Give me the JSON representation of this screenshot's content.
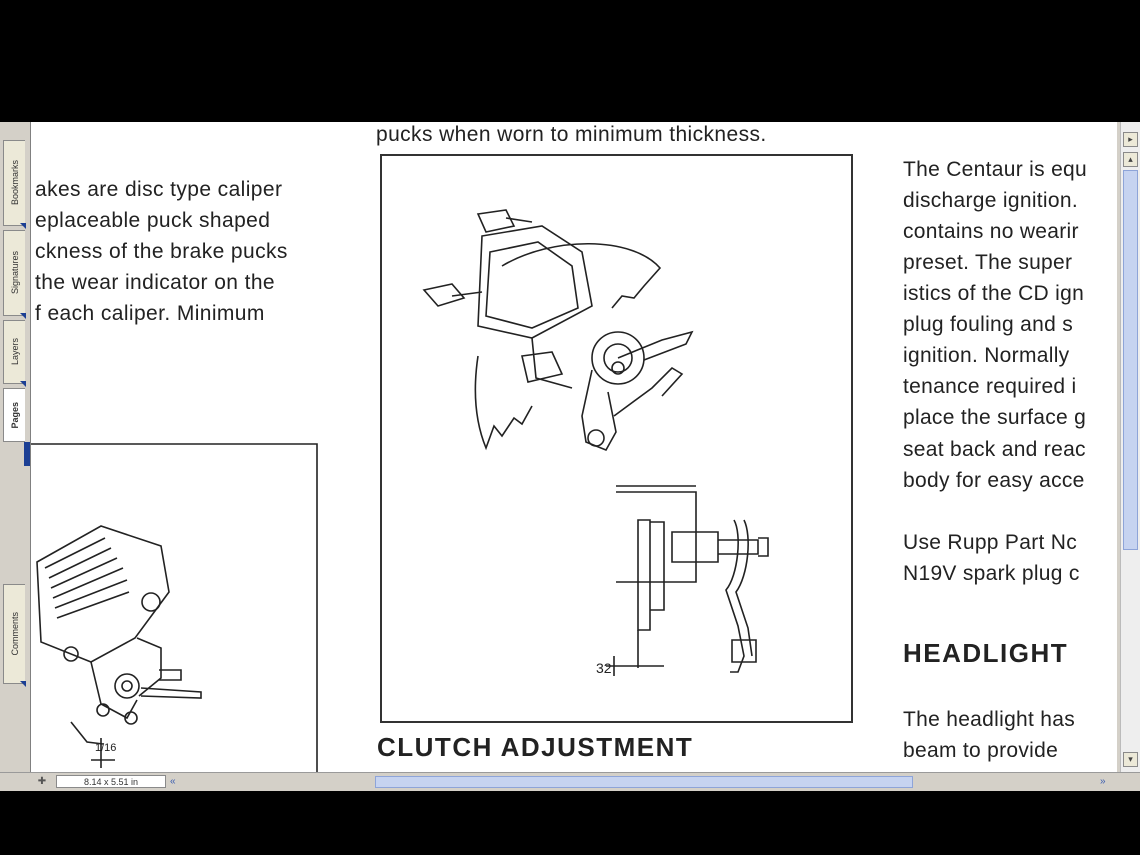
{
  "left_column": {
    "lines": [
      "akes are disc type caliper",
      "eplaceable  puck  shaped",
      "ckness of the brake pucks",
      "the wear indicator on the",
      "f each caliper.  Minimum"
    ]
  },
  "center_column": {
    "top_line": "pucks when worn to minimum thickness.",
    "figure_label": "32",
    "heading": "CLUTCH  ADJUSTMENT"
  },
  "right_column": {
    "para1": [
      "The Centaur is equ",
      "discharge  ignition.",
      "contains no wearir",
      "preset.  The super",
      "istics of the CD ign",
      "plug fouling and s",
      "ignition.  Normally",
      "tenance  required  i",
      "place the surface g",
      "seat back and reac",
      "body for easy acce"
    ],
    "para2": [
      "Use Rupp Part Nc",
      "N19V spark plug c"
    ],
    "heading": "HEADLIGHT",
    "para3": [
      "The  headlight  has",
      "beam  to  provide"
    ]
  },
  "left_figure": {
    "label": "1/16"
  },
  "nav_tabs": [
    "Bookmarks",
    "Signatures",
    "Layers",
    "Pages",
    "Comments"
  ],
  "status": {
    "page_size": "8.14 x 5.51 in"
  }
}
